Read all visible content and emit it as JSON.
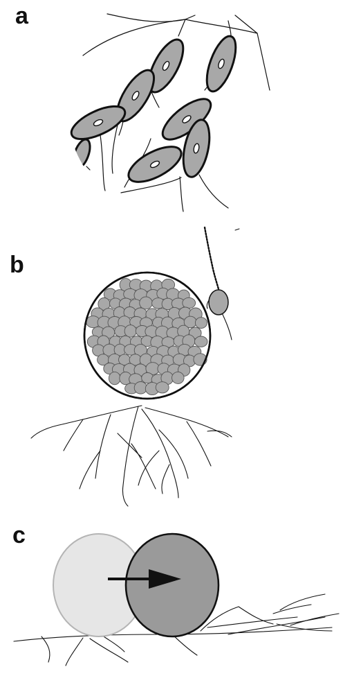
{
  "panels": [
    {
      "label": "a"
    },
    {
      "label": "b"
    },
    {
      "label": "c"
    }
  ],
  "colors": {
    "cell_fill": "#a8a8a8",
    "ghost_fill": "#e6e6e6",
    "ghost_stroke": "#b4b4b4",
    "moved_fill": "#9a9a9a",
    "line": "#111111"
  }
}
